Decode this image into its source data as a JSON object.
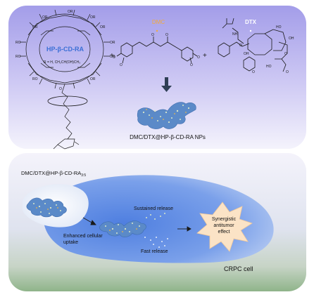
{
  "top_panel": {
    "cyclodextrin_label": "HP-β-CD-RA",
    "r_group": "R = H, CH₂CH(OH)CH₃",
    "plus": "+",
    "dmc_label": "DMC",
    "dtx_label": "DTX",
    "nanoparticle_label": "DMC/DTX@HP-β-CD-RA NPs"
  },
  "bottom_panel": {
    "formulation_label": "DMC/DTX@HP-β-CD-RA",
    "formulation_subscript": "3:5",
    "enhanced_uptake": [
      "Enhanced cellular",
      "uptake"
    ],
    "sustained_release": "Sustained release",
    "fast_release": "Fast release",
    "effect": [
      "Synergistic",
      "antitumor",
      "effect"
    ],
    "cell_label": "CRPC cell"
  },
  "colors": {
    "top_gradient_start": "#a9a3ec",
    "top_gradient_end": "#f2f1fc",
    "cd_label": "#3b6fd6",
    "dmc_label": "#f2a93b",
    "dtx_label": "#ffffff",
    "cell_fill": "#6f95e6",
    "nanoparticle": "#5b8ac8",
    "starburst": "#fbe3c6",
    "ground": "#8fb48a"
  }
}
